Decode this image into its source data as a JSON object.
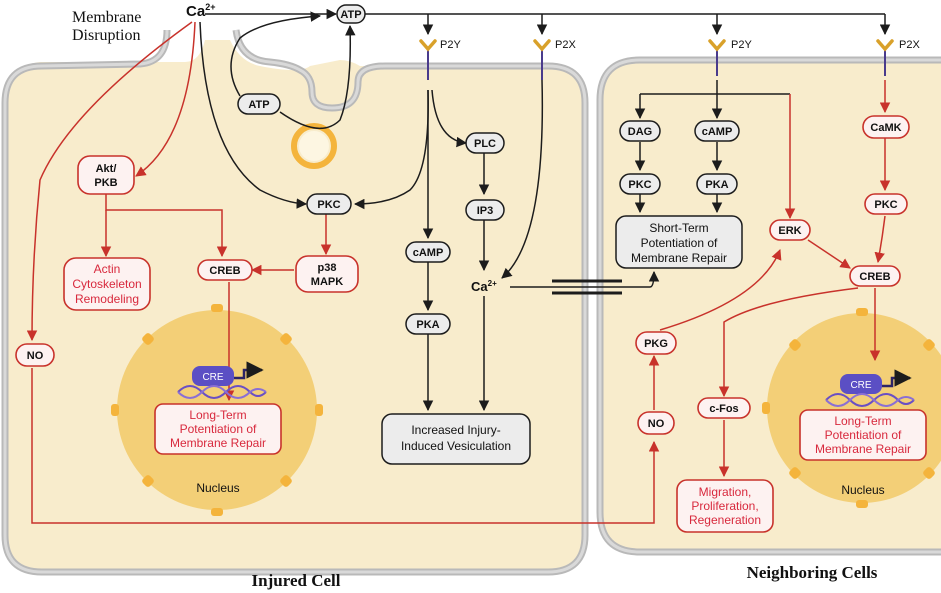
{
  "labels": {
    "membrane_disruption": [
      "Membrane",
      "Disruption"
    ],
    "ca_top": "Ca",
    "ca_sup": "2+",
    "atp_top": "ATP",
    "atp_inner": "ATP",
    "p2y_1": "P2Y",
    "p2x_1": "P2X",
    "p2y_2": "P2Y",
    "p2x_2": "P2X",
    "injured_cell": "Injured Cell",
    "neighboring_cells": "Neighboring Cells",
    "nucleus_left": "Nucleus",
    "nucleus_right": "Nucleus"
  },
  "left": {
    "akt": [
      "Akt/",
      "PKB"
    ],
    "actin": [
      "Actin",
      "Cytoskeleton",
      "Remodeling"
    ],
    "creb": "CREB",
    "p38": [
      "p38",
      "MAPK"
    ],
    "pkc": "PKC",
    "no": "NO",
    "cre": "CRE",
    "ltp": [
      "Long-Term",
      "Potentiation of",
      "Membrane Repair"
    ],
    "camp": "cAMP",
    "pka": "PKA",
    "plc": "PLC",
    "ip3": "IP3",
    "ca": "Ca",
    "ca_sup": "2+",
    "vesic": [
      "Increased Injury-",
      "Induced Vesiculation"
    ]
  },
  "right": {
    "dag": "DAG",
    "camp": "cAMP",
    "pkc": "PKC",
    "pka": "PKA",
    "stp": [
      "Short-Term",
      "Potentiation of",
      "Membrane Repair"
    ],
    "erk": "ERK",
    "camk": "CaMK",
    "pkc2": "PKC",
    "creb": "CREB",
    "pkg": "PKG",
    "no": "NO",
    "cfos": "c-Fos",
    "migr": [
      "Migration,",
      "Proliferation,",
      "Regeneration"
    ],
    "cre": "CRE",
    "ltp": [
      "Long-Term",
      "Potentiation of",
      "Membrane Repair"
    ]
  },
  "colors": {
    "black_arrow": "#1c1c1c",
    "red_arrow": "#c8322b",
    "red_text": "#d8293d",
    "cell_fill": "#f8eccc",
    "nucleus": "#f3cf77",
    "cre_box": "#5b4fc4"
  }
}
